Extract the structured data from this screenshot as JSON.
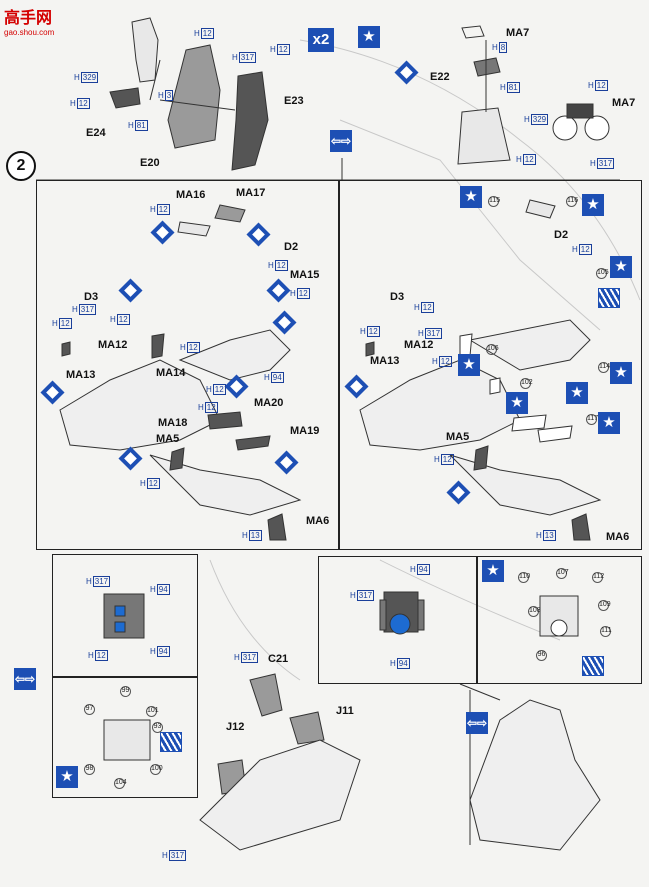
{
  "watermark": {
    "title": "高手网",
    "url": "gao.shou.com"
  },
  "step_number": "2",
  "multiplier": "x2",
  "part_labels": {
    "ma7_top": "MA7",
    "e22": "E22",
    "ma7_right": "MA7",
    "e24": "E24",
    "e20": "E20",
    "e23": "E23",
    "ma16": "MA16",
    "ma17": "MA17",
    "d2_left": "D2",
    "ma15": "MA15",
    "d3_left": "D3",
    "ma12_left": "MA12",
    "ma13_left": "MA13",
    "ma14": "MA14",
    "ma18": "MA18",
    "ma20": "MA20",
    "ma19": "MA19",
    "ma5_left": "MA5",
    "ma6_left": "MA6",
    "d2_right": "D2",
    "d3_right": "D3",
    "ma13_right": "MA13",
    "ma12_right": "MA12",
    "ma5_right": "MA5",
    "ma6_right": "MA6",
    "c21": "C21",
    "j11": "J11",
    "j12": "J12"
  },
  "color_codes": {
    "h8": "8",
    "h81a": "81",
    "h329a": "329",
    "h12a": "12",
    "h317a": "317",
    "h12b": "12",
    "h3": "3",
    "h81b": "81",
    "h12c": "12",
    "h12d": "12",
    "h329b": "329",
    "h317b": "317",
    "h12e": "12",
    "h12f": "12",
    "h12g": "12",
    "h317c": "317",
    "h12h": "12",
    "h12i": "12",
    "h12j": "12",
    "h12k": "12",
    "h94a": "94",
    "h12l": "12",
    "h12m": "12",
    "h12n": "12",
    "h13a": "13",
    "h12o": "12",
    "h317d": "317",
    "h12p": "12",
    "h12q": "12",
    "h12r": "12",
    "h12s": "12",
    "h13b": "13",
    "h317e": "317",
    "h94b": "94",
    "h12t": "12",
    "h94c": "94",
    "h94d": "94",
    "h317f": "317",
    "h94e": "94",
    "h317g": "317",
    "h317h": "317"
  },
  "callout_numbers": {
    "n115a": "115",
    "n116a": "116",
    "n105": "105",
    "n106": "106",
    "n102": "102",
    "n117": "117",
    "n114": "114",
    "n110": "110",
    "n107": "107",
    "n112": "112",
    "n108": "108",
    "n109": "109",
    "n111": "111",
    "n96": "96",
    "n99": "99",
    "n97": "97",
    "n101": "101",
    "n93": "93",
    "n98": "98",
    "n100": "100",
    "n104": "104"
  },
  "icons": [
    "diamond-marker-icon",
    "star-marker-icon",
    "stripe-decal-icon",
    "direction-arrow-icon"
  ]
}
